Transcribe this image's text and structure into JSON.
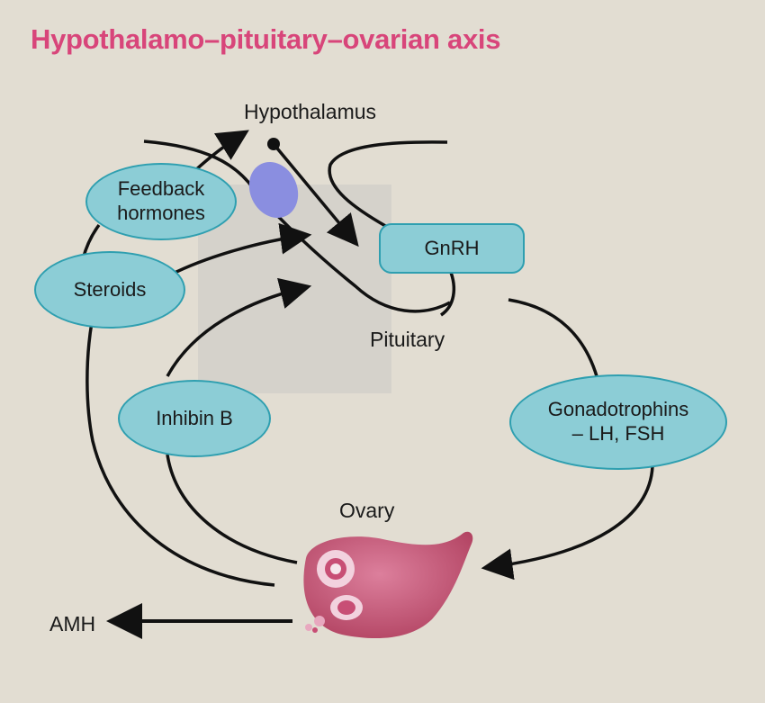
{
  "title": "Hypothalamo–pituitary–ovarian axis",
  "labels": {
    "hypothalamus": "Hypothalamus",
    "pituitary": "Pituitary",
    "ovary": "Ovary",
    "amh": "AMH"
  },
  "nodes": {
    "feedback_hormones": [
      "Feedback",
      "hormones"
    ],
    "steroids": "Steroids",
    "gnrh": "GnRH",
    "inhibin_b": "Inhibin B",
    "gonadotrophins": [
      "Gonadotrophins",
      "– LH, FSH"
    ]
  },
  "colors": {
    "title": "#d8457a",
    "node_fill": "#8ccdd6",
    "node_border": "#2f9fb0",
    "ovary": "#b5476a",
    "pituitary_gland": "#8a8ee0",
    "background": "#e2ddd2",
    "arrow": "#111111"
  }
}
